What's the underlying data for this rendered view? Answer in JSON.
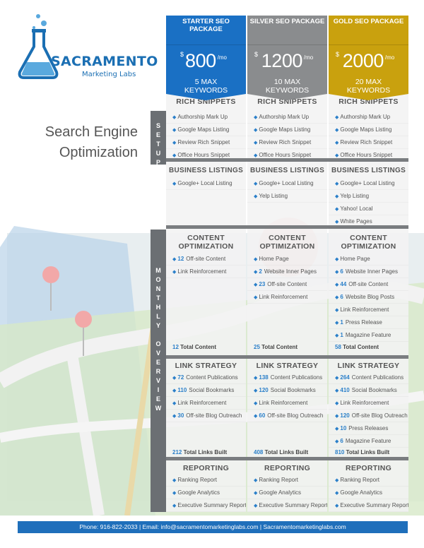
{
  "logo": {
    "title": "SACRAMENTO",
    "subtitle": "Marketing Labs"
  },
  "seo_title_line1": "Search Engine",
  "seo_title_line2": "Optimization",
  "side_setup": [
    "S",
    "E",
    "T",
    "U",
    "P"
  ],
  "side_monthly": [
    "M",
    "O",
    "N",
    "T",
    "H",
    "L",
    "Y",
    "",
    "O",
    "V",
    "E",
    "R",
    "V",
    "I",
    "E",
    "W"
  ],
  "colors": {
    "starter": "#1a70c4",
    "silver": "#8a8c8e",
    "gold": "#c9a10e",
    "accent": "#2a7fc9",
    "footer": "#1f6fbb"
  },
  "packages": [
    {
      "name": "STARTER SEO PACKAGE",
      "currency": "$",
      "price": "800",
      "period": "/mo",
      "kw_line1": "5 MAX",
      "kw_line2": "KEYWORDS",
      "rich_snippets": [
        "Authorship Mark Up",
        "Google Maps Listing",
        "Review Rich Snippet",
        "Office Hours Snippet"
      ],
      "business_listings": [
        "Google+ Local Listing"
      ],
      "content_optimization": [
        {
          "n": "12",
          "t": "Off-site Content"
        },
        {
          "n": "",
          "t": "Link Reinforcement"
        }
      ],
      "content_total": {
        "n": "12",
        "t": "Total Content"
      },
      "link_strategy": [
        {
          "n": "72",
          "t": "Content Publications"
        },
        {
          "n": "110",
          "t": "Social Bookmarks"
        },
        {
          "n": "",
          "t": "Link Reinforcement"
        },
        {
          "n": "30",
          "t": "Off-site Blog Outreach"
        }
      ],
      "link_total": {
        "n": "212",
        "t": "Total Links Built"
      },
      "reporting": [
        "Ranking Report",
        "Google Analytics",
        "Executive Summary Report"
      ]
    },
    {
      "name": "SILVER SEO PACKAGE",
      "currency": "$",
      "price": "1200",
      "period": "/mo",
      "kw_line1": "10 MAX",
      "kw_line2": "KEYWORDS",
      "rich_snippets": [
        "Authorship Mark Up",
        "Google Maps Listing",
        "Review Rich Snippet",
        "Office Hours Snippet"
      ],
      "business_listings": [
        "Google+ Local Listing",
        "Yelp Listing"
      ],
      "content_optimization": [
        {
          "n": "",
          "t": "Home Page"
        },
        {
          "n": "2",
          "t": "Website Inner Pages"
        },
        {
          "n": "23",
          "t": "Off-site Content"
        },
        {
          "n": "",
          "t": "Link Reinforcement"
        }
      ],
      "content_total": {
        "n": "25",
        "t": "Total Content"
      },
      "link_strategy": [
        {
          "n": "138",
          "t": "Content Publications"
        },
        {
          "n": "120",
          "t": "Social Bookmarks"
        },
        {
          "n": "",
          "t": "Link Reinforcement"
        },
        {
          "n": "60",
          "t": "Off-site Blog Outreach"
        }
      ],
      "link_total": {
        "n": "408",
        "t": "Total Links Built"
      },
      "reporting": [
        "Ranking Report",
        "Google Analytics",
        "Executive Summary Report"
      ]
    },
    {
      "name": "GOLD SEO PACKAGE",
      "currency": "$",
      "price": "2000",
      "period": "/mo",
      "kw_line1": "20 MAX",
      "kw_line2": "KEYWORDS",
      "rich_snippets": [
        "Authorship Mark Up",
        "Google Maps Listing",
        "Review Rich Snippet",
        "Office Hours Snippet"
      ],
      "business_listings": [
        "Google+ Local Listing",
        "Yelp Listing",
        "Yahoo! Local",
        "White Pages"
      ],
      "content_optimization": [
        {
          "n": "",
          "t": "Home Page"
        },
        {
          "n": "6",
          "t": "Website Inner Pages"
        },
        {
          "n": "44",
          "t": "Off-site Content"
        },
        {
          "n": "6",
          "t": "Website Blog Posts"
        },
        {
          "n": "",
          "t": "Link Reinforcement"
        },
        {
          "n": "1",
          "t": "Press Release"
        },
        {
          "n": "1",
          "t": "Magazine Feature"
        }
      ],
      "content_total": {
        "n": "58",
        "t": "Total Content"
      },
      "link_strategy": [
        {
          "n": "264",
          "t": "Content Publications"
        },
        {
          "n": "410",
          "t": "Social Bookmarks"
        },
        {
          "n": "",
          "t": "Link Reinforcement"
        },
        {
          "n": "120",
          "t": "Off-site Blog Outreach"
        },
        {
          "n": "10",
          "t": "Press Releases"
        },
        {
          "n": "6",
          "t": "Magazine Feature"
        }
      ],
      "link_total": {
        "n": "810",
        "t": "Total Links Built"
      },
      "reporting": [
        "Ranking Report",
        "Google Analytics",
        "Executive Summary Report"
      ]
    }
  ],
  "section_titles": {
    "rich_snippets": "RICH SNIPPETS",
    "business_listings": "BUSINESS LISTINGS",
    "content_line1": "CONTENT",
    "content_line2": "OPTIMIZATION",
    "link_strategy": "LINK STRATEGY",
    "reporting": "REPORTING"
  },
  "footer": "Phone: 916-822-2033 | Email:  info@sacramentomarketinglabs.com | Sacramentomarketinglabs.com"
}
